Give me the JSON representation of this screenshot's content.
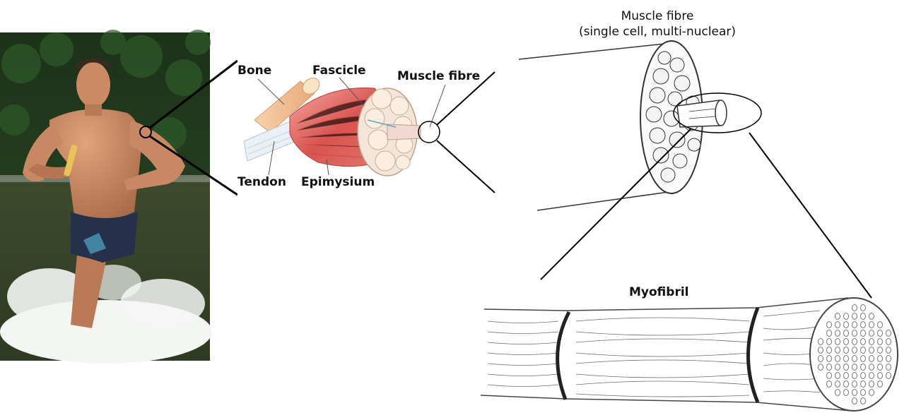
{
  "labels": {
    "bone": "Bone",
    "fascicle": "Fascicle",
    "muscle_fibre_small": "Muscle fibre",
    "tendon": "Tendon",
    "epimysium": "Epimysium",
    "muscle_fibre_title": "Muscle fibre",
    "muscle_fibre_subtitle": "(single cell, multi-nuclear)",
    "myofibril": "Myofibril"
  },
  "colors": {
    "water": "#3a4a2a",
    "trees": "#1f3a1c",
    "skin": "#c98a64",
    "shorts": "#25304a",
    "bone": "#f2c49a",
    "muscle": "#d9534f",
    "muscle_light": "#ee8f86",
    "tendon": "#e9eef4",
    "ink": "#222222"
  },
  "icons": [
    "runner-photo",
    "muscle-anatomy-illustration",
    "muscle-fibre-sketch",
    "myofibril-sketch"
  ]
}
